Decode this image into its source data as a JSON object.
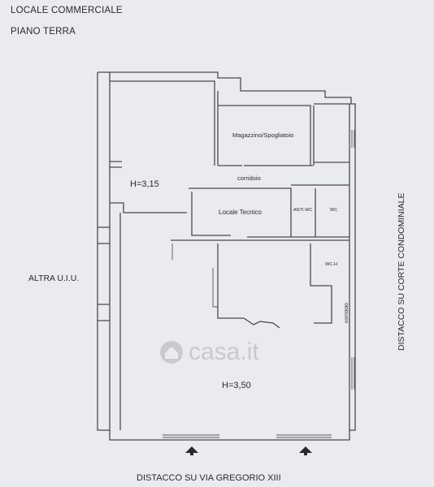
{
  "header": {
    "title": "LOCALE COMMERCIALE",
    "floor": "PIANO TERRA"
  },
  "rooms": {
    "magazzino": "Magazzino/Spogliatoio",
    "corridoio_top": "corridoio",
    "locale_tecnico": "Locale Tecnico",
    "anti_wc": "ANTI-WC",
    "wc": "WC",
    "wc_h": "WC-H",
    "corridoio_side": "corridoio"
  },
  "heights": {
    "upper": "H=3,15",
    "main": "H=3,50"
  },
  "adjacent": {
    "left": "ALTRA U.I.U.",
    "right": "DISTACCO SU CORTE CONDOMINIALE",
    "bottom": "DISTACCO SU VIA GREGORIO XIII"
  },
  "watermark": "casa.it",
  "icons": {
    "entrance": "arrow-up-icon",
    "watermark": "home-icon"
  }
}
